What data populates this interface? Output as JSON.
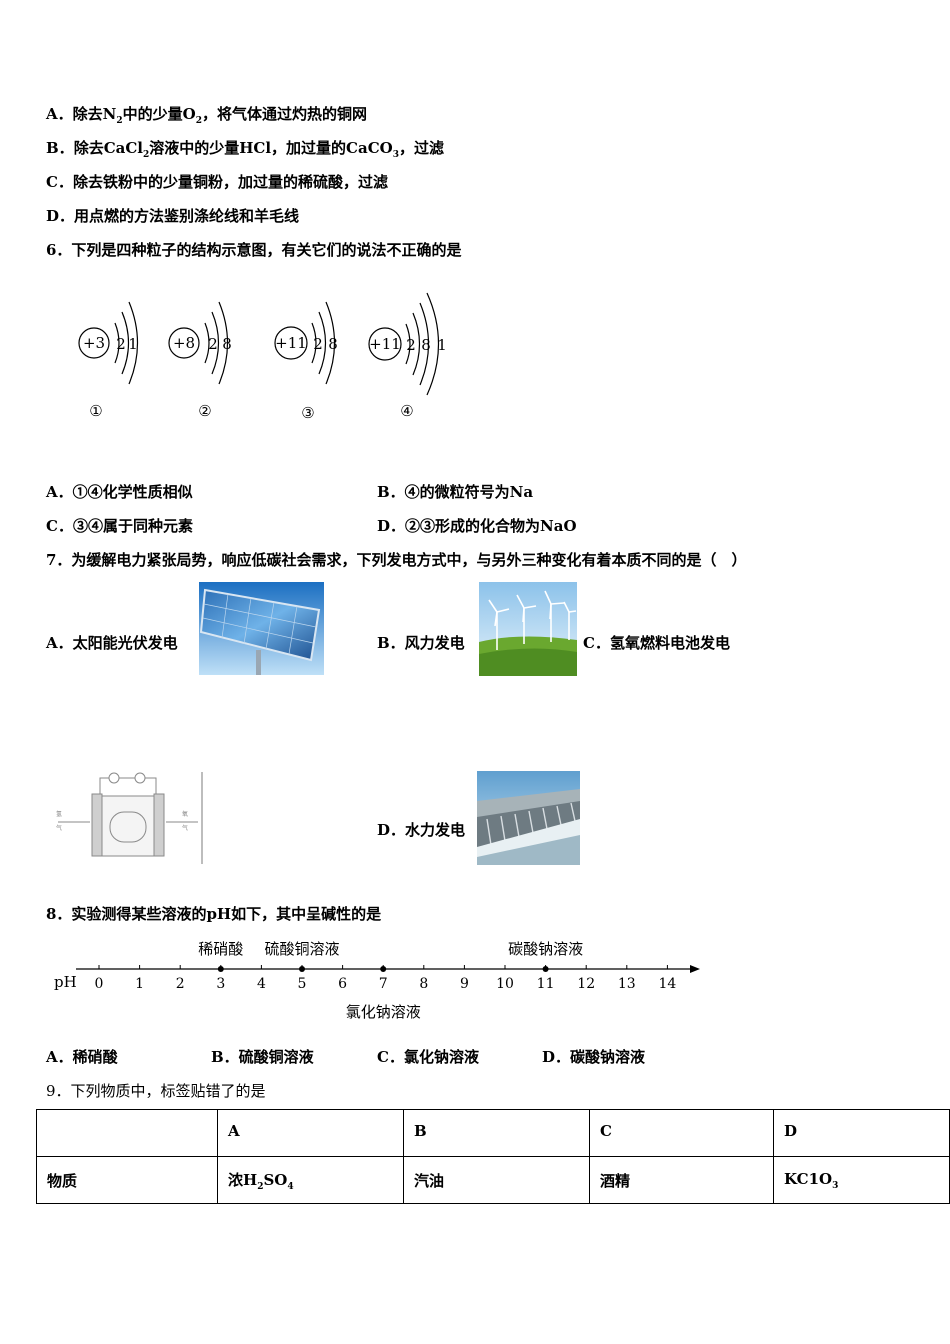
{
  "q5": {
    "options": [
      {
        "letter": "A．",
        "parts": [
          "除去N",
          "2",
          "中的少量O",
          "2",
          "，将气体通过灼热的铜网"
        ]
      },
      {
        "letter": "B．",
        "parts": [
          "除去CaCl",
          "2",
          "溶液中的少量HCl，加过量的CaCO",
          "3",
          "，过滤"
        ]
      },
      {
        "letter": "C．",
        "text": "除去铁粉中的少量铜粉，加过量的稀硫酸，过滤"
      },
      {
        "letter": "D．",
        "text": "用点燃的方法鉴别涤纶线和羊毛线"
      }
    ]
  },
  "q6": {
    "stem": "6．下列是四种粒子的结构示意图，有关它们的说法不正确的是",
    "particles": [
      {
        "nucleus": "+3",
        "electrons": [
          "2",
          "1"
        ],
        "label": "①"
      },
      {
        "nucleus": "+8",
        "electrons": [
          "2",
          "8"
        ],
        "label": "②"
      },
      {
        "nucleus": "+11",
        "electrons": [
          "2",
          "8"
        ],
        "label": "③"
      },
      {
        "nucleus": "+11",
        "electrons": [
          "2",
          "8",
          "1"
        ],
        "label": "④"
      }
    ],
    "options": {
      "A": "A．①④化学性质相似",
      "B": "B．④的微粒符号为Na",
      "C": "C．③④属于同种元素",
      "D": "D．②③形成的化合物为NaO"
    }
  },
  "q7": {
    "stem": "7．为缓解电力紧张局势，响应低碳社会需求，下列发电方式中，与另外三种变化有着本质不同的是（　）",
    "options": {
      "A": "A．太阳能光伏发电",
      "B": "B．风力发电",
      "C": "C．氢氧燃料电池发电",
      "D": "D．水力发电"
    },
    "images": {
      "A": "solar-panel",
      "B": "wind-turbines",
      "C": "fuel-cell-diagram",
      "D": "hydropower-dam"
    }
  },
  "q8": {
    "stem": "8．实验测得某些溶液的pH如下，其中呈碱性的是",
    "axis_label": "pH",
    "ticks": [
      "0",
      "1",
      "2",
      "3",
      "4",
      "5",
      "6",
      "7",
      "8",
      "9",
      "10",
      "11",
      "12",
      "13",
      "14"
    ],
    "points": [
      {
        "name": "稀硝酸",
        "ph": 3,
        "side": "above"
      },
      {
        "name": "硫酸铜溶液",
        "ph": 5,
        "side": "above"
      },
      {
        "name": "氯化钠溶液",
        "ph": 7,
        "side": "below"
      },
      {
        "name": "碳酸钠溶液",
        "ph": 11,
        "side": "above"
      }
    ],
    "options": {
      "A": "A．稀硝酸",
      "B": "B．硫酸铜溶液",
      "C": "C．氯化钠溶液",
      "D": "D．碳酸钠溶液"
    }
  },
  "q9": {
    "stem": "9．下列物质中，标签贴错了的是",
    "headers": [
      "",
      "A",
      "B",
      "C",
      "D"
    ],
    "row_label": "物质",
    "cells": [
      {
        "parts": [
          "浓H",
          "2",
          "SO",
          "4",
          ""
        ]
      },
      {
        "parts": [
          "汽油"
        ]
      },
      {
        "parts": [
          "酒精"
        ]
      },
      {
        "parts": [
          "KC1O",
          "3",
          ""
        ]
      }
    ]
  }
}
